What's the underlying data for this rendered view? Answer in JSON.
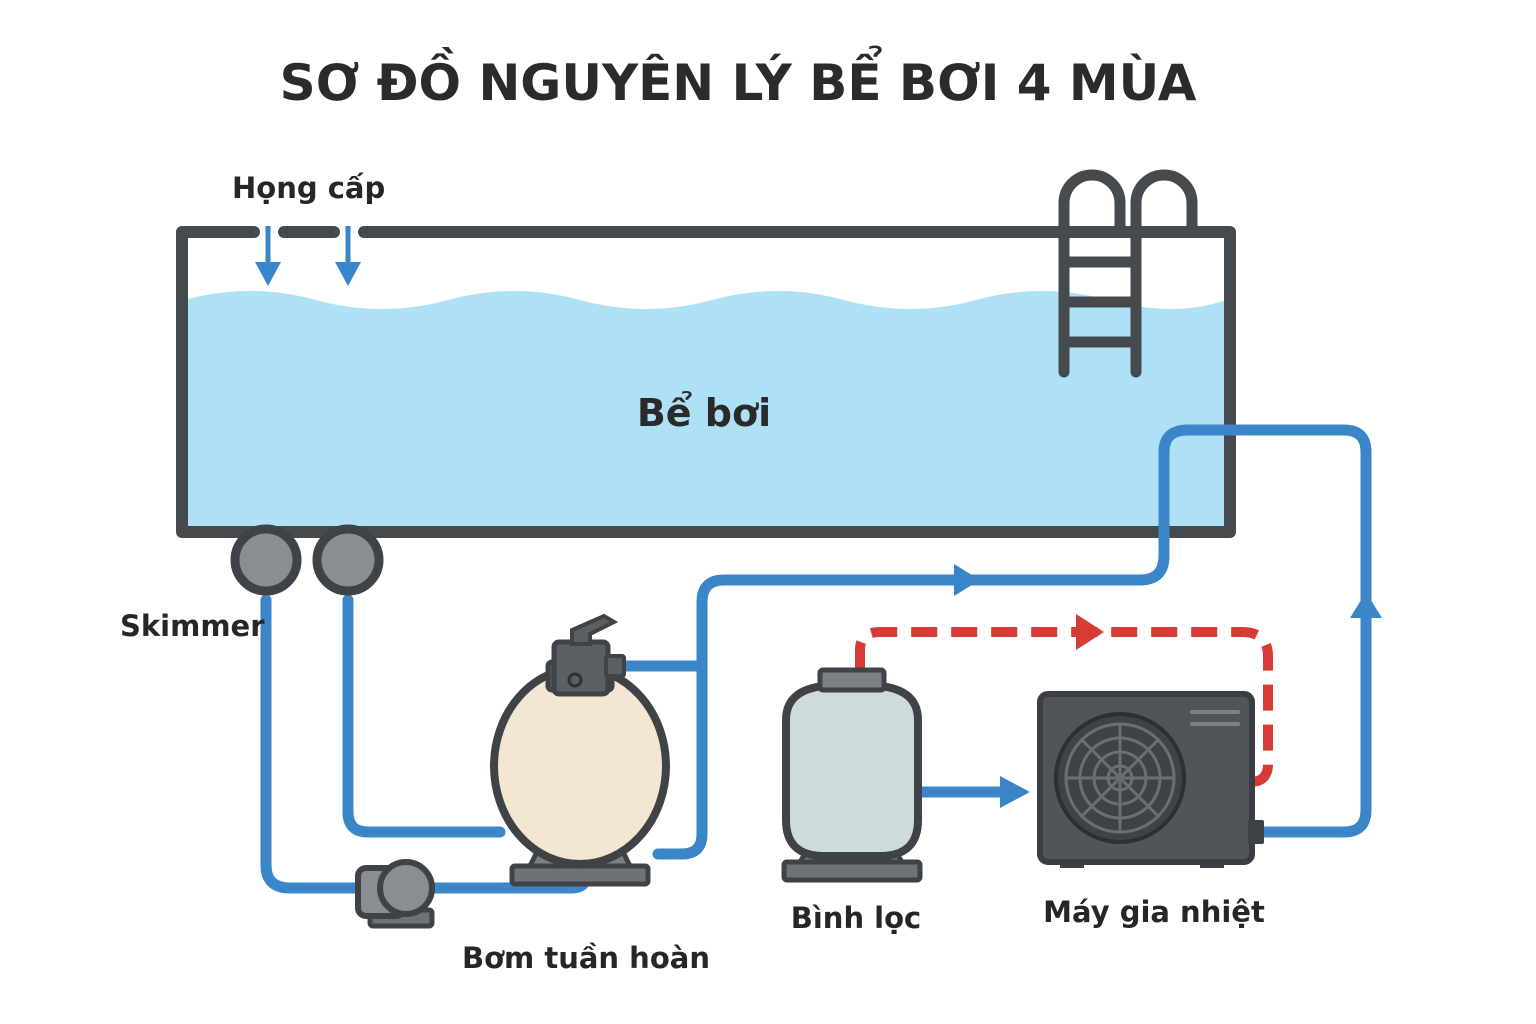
{
  "title": "SƠ ĐỒ NGUYÊN LÝ BỂ BƠI 4 MÙA",
  "labels": {
    "inlet": "Họng cấp",
    "pool": "Bể bơi",
    "skimmer": "Skimmer",
    "pump": "Bơm tuần hoàn",
    "filter": "Bình lọc",
    "heater": "Máy gia nhiệt"
  },
  "icons": {
    "pool": "pool-basin",
    "ladder": "pool-ladder-icon",
    "skimmer": "skimmer-outlet-icon",
    "pump": "circulation-pump-icon",
    "sand_filter": "sand-filter-tank-icon",
    "filter_tank": "filter-tank-icon",
    "heater": "heat-pump-fan-icon",
    "flow": "flow-arrow-icon"
  },
  "colors": {
    "water": "#aee1f5",
    "pipe": "#3a86c8",
    "hot_line": "#d63b35",
    "outline": "#454a4f",
    "sand_filter_body": "#f3e7d3",
    "filter_body": "#cfdadb",
    "heater_body": "#50555a"
  }
}
